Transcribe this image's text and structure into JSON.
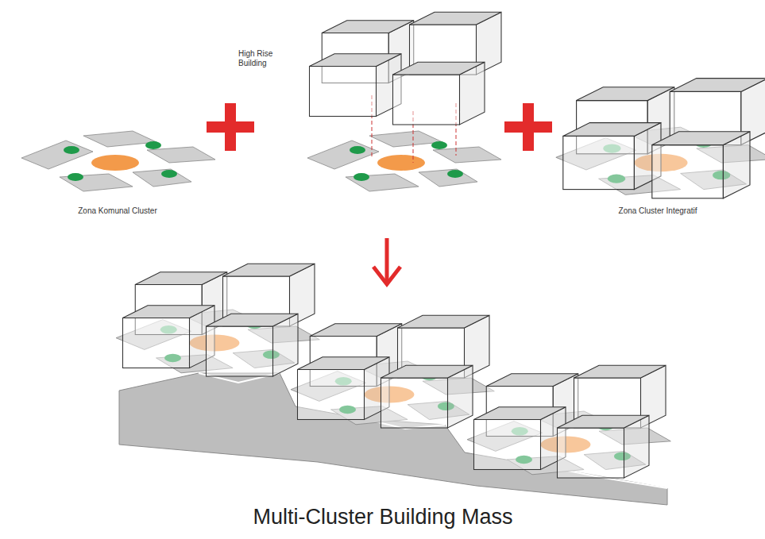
{
  "diagram": {
    "caption": "Multi-Cluster Building Mass",
    "labels": [
      "High Rise Building",
      "Zona Komunal Cluster",
      "Zona Cluster Integratif"
    ]
  }
}
